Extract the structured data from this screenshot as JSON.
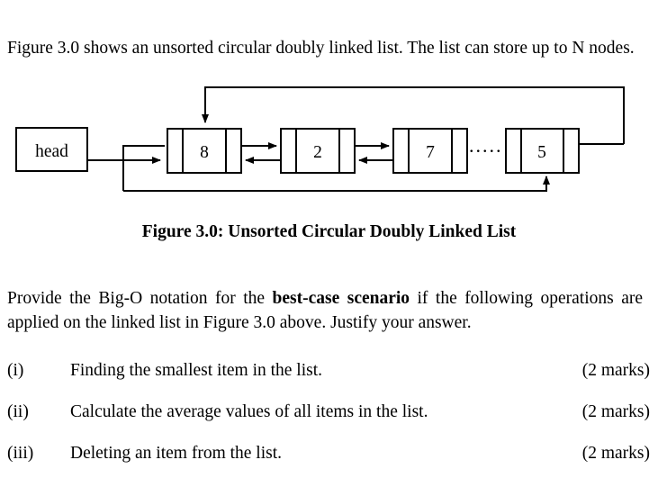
{
  "document": {
    "intro_paragraph": "Figure 3.0 shows an unsorted circular doubly linked list. The list can store up to N nodes.",
    "caption": "Figure 3.0: Unsorted Circular Doubly Linked List",
    "prompt_part1": "Provide the Big-O notation for the ",
    "prompt_emphasis": "best-case scenario",
    "prompt_part2": " if the following operations are applied on the linked list in Figure 3.0 above. Justify your answer."
  },
  "figure": {
    "head_label": "head",
    "ellipsis": ".....",
    "nodes": [
      {
        "value": "8"
      },
      {
        "value": "2"
      },
      {
        "value": "7"
      },
      {
        "value": "5"
      }
    ],
    "stroke_color": "#000000",
    "fill_color": "#ffffff"
  },
  "questions": [
    {
      "label": "(i)",
      "text": "Finding the smallest item in the list.",
      "marks": "(2 marks)"
    },
    {
      "label": "(ii)",
      "text": "Calculate the average values of all items in the list.",
      "marks": "(2 marks)"
    },
    {
      "label": "(iii)",
      "text": "Deleting an item from the list.",
      "marks": "(2 marks)"
    }
  ]
}
